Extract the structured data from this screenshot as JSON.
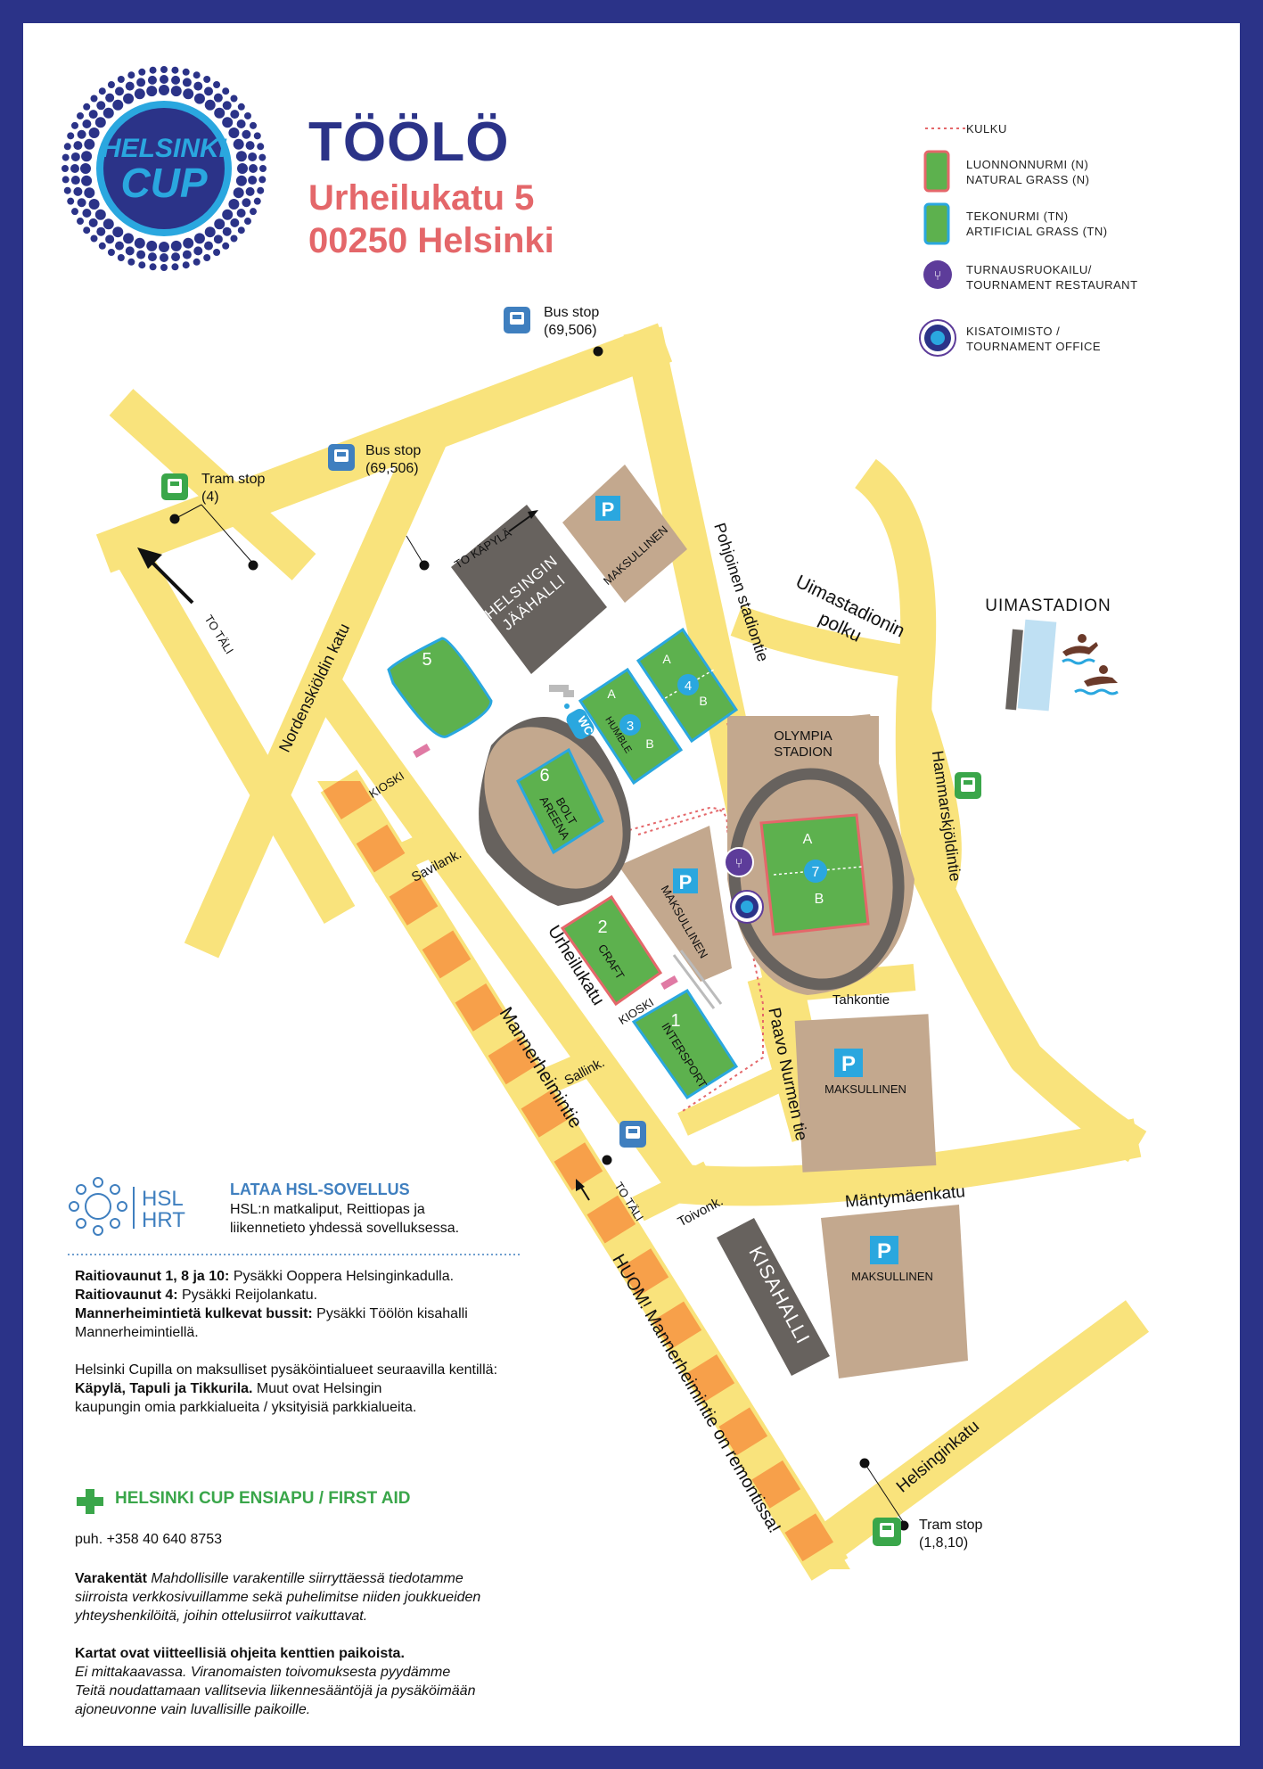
{
  "logo": {
    "line1": "HELSINKI",
    "line2": "CUP"
  },
  "header": {
    "title": "TÖÖLÖ",
    "street": "Urheilukatu 5",
    "postal": "00250 Helsinki"
  },
  "legend": {
    "walk": "KULKU",
    "natural_fi": "LUONNONNURMI (N)",
    "natural_en": "NATURAL GRASS (N)",
    "artificial_fi": "TEKONURMI (TN)",
    "artificial_en": "ARTIFICIAL GRASS (TN)",
    "restaurant_fi": "TURNAUSRUOKAILU/",
    "restaurant_en": "TOURNAMENT RESTAURANT",
    "office_fi": "KISATOIMISTO /",
    "office_en": "TOURNAMENT OFFICE"
  },
  "colors": {
    "road": "#f9e37c",
    "tram_road": "#f7a04a",
    "field": "#5db14e",
    "natural_border": "#e4676a",
    "artificial_border": "#2aa7df",
    "building": "#67625e",
    "parking": "#c3a88e",
    "navy": "#2b3388",
    "blue": "#2aa7df"
  },
  "stops": {
    "bus1_a": "Bus stop",
    "bus1_b": "(69,506)",
    "bus2_a": "Bus stop",
    "bus2_b": "(69,506)",
    "tram1_a": "Tram stop",
    "tram1_b": "(4)",
    "tram2_a": "Tram stop",
    "tram2_b": "(1,8,10)"
  },
  "streets": {
    "to_tali": "TO TÄLI",
    "to_kapyla": "TO KÄPYLÄ",
    "to_tali2": "TO TÄLI",
    "nordenskiold": "Nordenskiöldin katu",
    "savilank": "Savilank.",
    "urheilukatu": "Urheilukatu",
    "sallink": "Sallink.",
    "mannerheimintie": "Mannerheimintie",
    "toivonk": "Toivonk.",
    "pohjoinen": "Pohjoinen stadiontie",
    "uimastadion_polku_1": "Uimastadionin",
    "uimastadion_polku_2": "polku",
    "hammarskjold": "Hammarskjöldintie",
    "tahkontie": "Tahkontie",
    "paavo": "Paavo Nurmen tie",
    "mantymaen": "Mäntymäenkatu",
    "helsinginkatu": "Helsinginkatu",
    "huom": "HUOM! Mannerheimintie on remontissa!"
  },
  "places": {
    "jaahalli_1": "HELSINGIN",
    "jaahalli_2": "JÄÄHALLI",
    "maksullinen": "MAKSULLINEN",
    "parking_letter": "P",
    "olympia_1": "OLYMPIA",
    "olympia_2": "STADION",
    "uimastadion": "UIMASTADION",
    "kisahalli": "KISAHALLI",
    "kioski": "KIOSKI",
    "wc": "WC"
  },
  "fields": {
    "f1": "1",
    "f1_name": "INTERSPORT",
    "f2": "2",
    "f2_name": "CRAFT",
    "f3": "3",
    "f3_name": "HUMBLE",
    "f4": "4",
    "f5": "5",
    "f6": "6",
    "f6_name_1": "BOLT",
    "f6_name_2": "AREENA",
    "f7": "7",
    "a": "A",
    "b": "B"
  },
  "hsl": {
    "logo_1": "HSL",
    "logo_2": "HRT",
    "title": "LATAA HSL-SOVELLUS",
    "line1": "HSL:n matkaliput, Reittiopas ja",
    "line2": "liikennetieto yhdessä sovelluksessa."
  },
  "transit": {
    "t1_bold": "Raitiovaunut 1, 8 ja 10:",
    "t1": " Pysäkki Ooppera Helsinginkadulla.",
    "t2_bold": "Raitiovaunut 4:",
    "t2": " Pysäkki Reijolankatu.",
    "t3_bold": "Mannerheimintietä kulkevat bussit:",
    "t3": " Pysäkki Töölön kisahalli",
    "t3b": "Mannerheimintiellä."
  },
  "parking_info": {
    "line1": "Helsinki Cupilla on maksulliset pysäköintialueet seuraavilla kentillä:",
    "line2_bold": "Käpylä, Tapuli ja Tikkurila.",
    "line2": " Muut ovat Helsingin",
    "line3": "kaupungin omia parkkialueita / yksityisiä parkkialueita."
  },
  "first_aid": {
    "title": "HELSINKI CUP ENSIAPU / FIRST AID",
    "phone": "puh. +358 40 640 8753"
  },
  "notes": {
    "v_bold": "Varakentät",
    "v1": " Mahdollisille varakentille siirryttäessä tiedotamme",
    "v2": "siirroista verkkosivuillamme sekä puhelimitse niiden joukkueiden",
    "v3": "yhteyshenkilöitä, joihin ottelusiirrot vaikuttavat.",
    "k_bold": "Kartat ovat viitteellisiä ohjeita kenttien paikoista.",
    "k1": "Ei mittakaavassa. Viranomaisten toivomuksesta pyydämme",
    "k2": "Teitä noudattamaan vallitsevia liikennesääntöjä ja pysäköimään",
    "k3": "ajoneuvonne vain luvallisille paikoille."
  }
}
